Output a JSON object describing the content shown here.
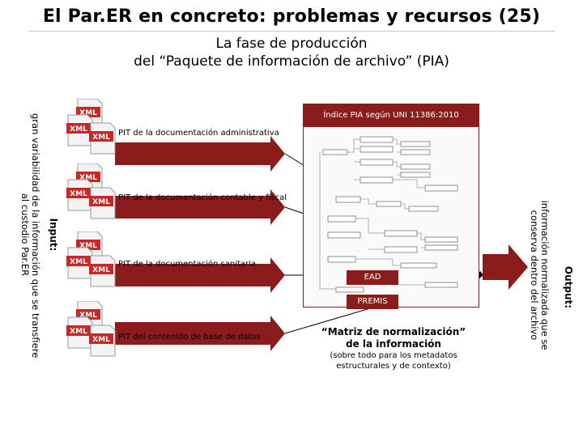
{
  "slide": {
    "title": "El Par.ER en concreto: problemas y recursos  (25)",
    "subtitle_line1": "La fase de producción",
    "subtitle_line2": "del “Paquete de información de archivo” (PIA)"
  },
  "input": {
    "side_note": [
      "gran variabilidad de la información que se transfiere",
      "al custodio Par.ER"
    ],
    "label": "Input:",
    "packages": [
      {
        "label": "PIT de la documentación administrativa",
        "icon": "xml-files-icon"
      },
      {
        "label": "PIT de la documentación contable y fiscal",
        "icon": "xml-files-icon"
      },
      {
        "label": "PIT de la documentación sanitaria",
        "icon": "xml-files-icon"
      },
      {
        "label": "PIT del contenido de base de datos",
        "icon": "xml-files-icon"
      }
    ]
  },
  "index": {
    "header": "Índice PIA según UNI 11386:2010",
    "labels": [
      "EAD",
      "PREMIS"
    ]
  },
  "matrix": {
    "title_line1": "“Matriz de normalización”",
    "title_line2": "de la información",
    "note_line1": "(sobre todo para los metadatos",
    "note_line2": "estructurales y de contexto)"
  },
  "output": {
    "label": "Output:",
    "side_note": [
      "información normalizada que se",
      "conserva dentro del archivo"
    ]
  },
  "colors": {
    "accent": "#8b1c1c",
    "arrow": "#8b1c1c",
    "icon_red": "#c62828"
  }
}
